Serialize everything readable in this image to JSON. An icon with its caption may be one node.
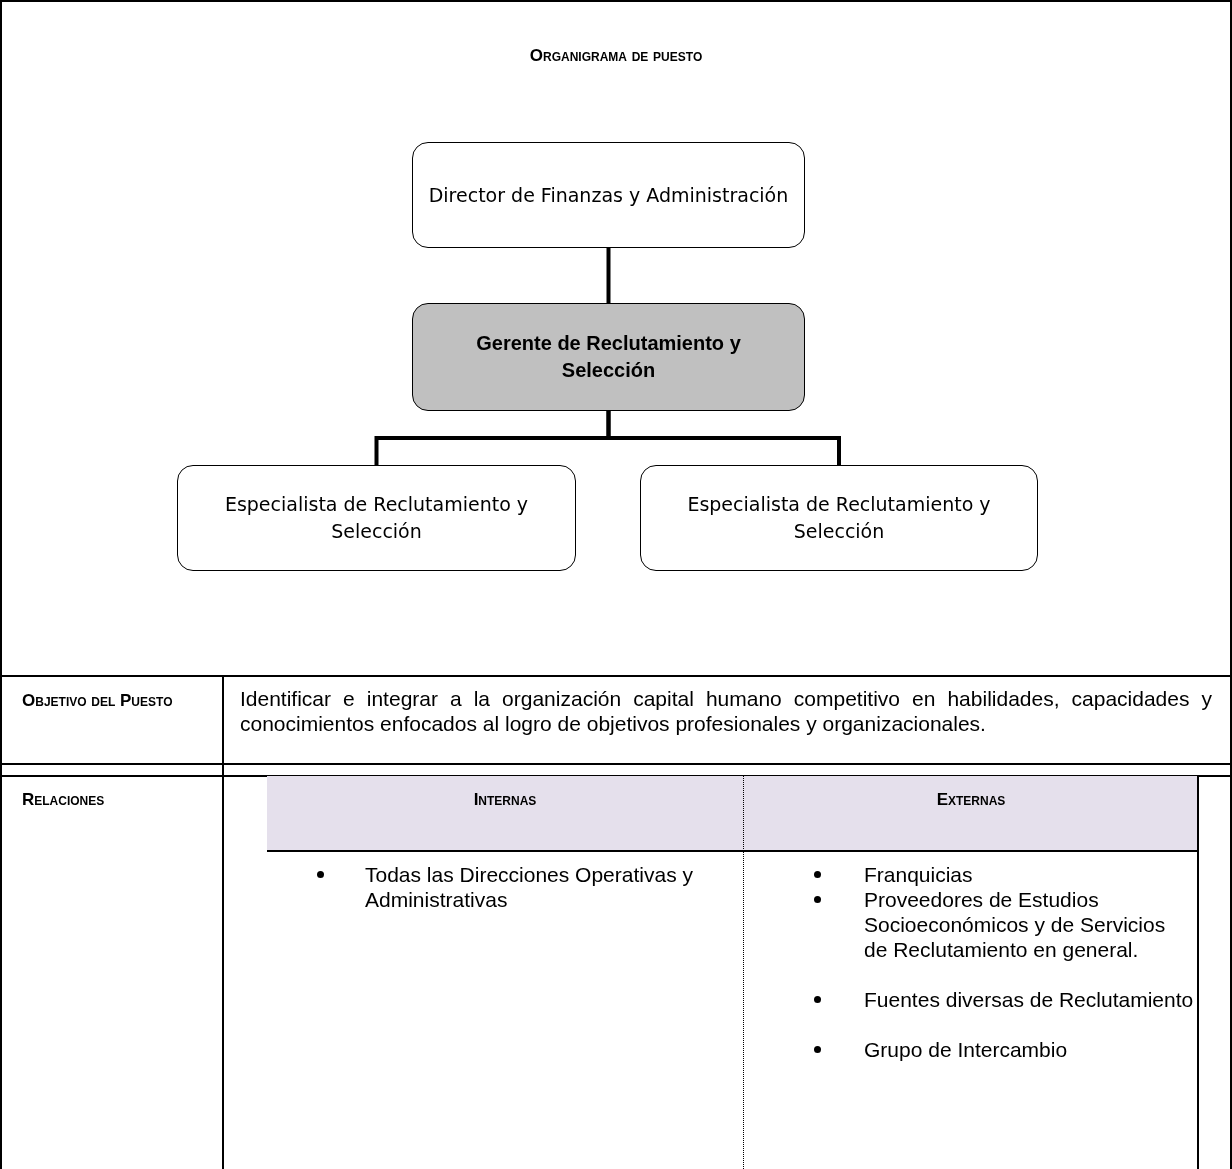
{
  "diagram": {
    "title": "Organigrama de puesto",
    "nodes": [
      {
        "text": [
          "Director de Finanzas y Administración"
        ]
      },
      {
        "text": [
          "Gerente de Reclutamiento y Selección"
        ]
      },
      {
        "text": [
          "Especialista de Reclutamiento y Selección"
        ]
      },
      {
        "text": [
          "Especialista de Reclutamiento y Selección"
        ]
      }
    ],
    "edges": [
      {
        "from": 0,
        "to": 1,
        "arrow": "none"
      },
      {
        "from": 1,
        "to": 2,
        "arrow": "none"
      },
      {
        "from": 1,
        "to": 3,
        "arrow": "none"
      }
    ],
    "labels": [
      "Objetivo del Puesto",
      "Identificar e integrar a la organización capital humano competitivo en habilidades, capacidades y conocimientos enfocados al logro de objetivos profesionales y organizacionales.",
      "Relaciones",
      "Internas",
      "Externas",
      "Todas las Direcciones Operativas y Administrativas",
      "Franquicias",
      "Proveedores de Estudios Socioeconómicos y de Servicios de Reclutamiento en general.",
      "Fuentes diversas de Reclutamiento",
      "Grupo de Intercambio"
    ]
  }
}
